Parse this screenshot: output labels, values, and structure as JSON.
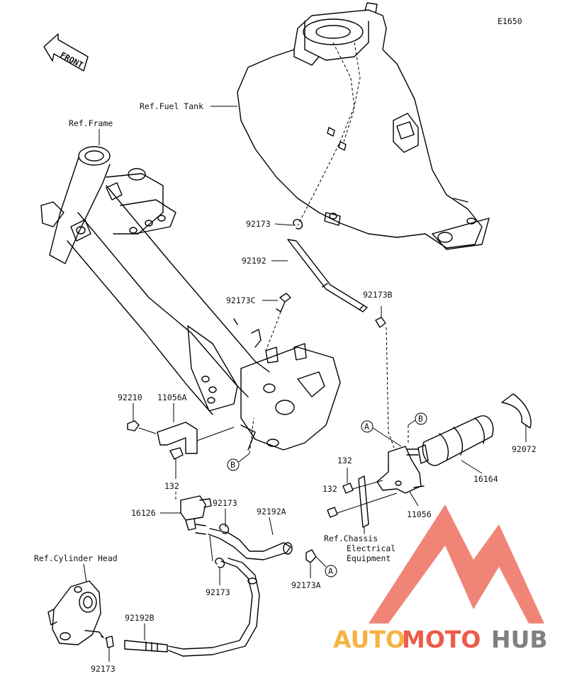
{
  "diagram_code": "E1650",
  "front_label": "FRONT",
  "refs": {
    "fuel_tank": "Ref.Fuel Tank",
    "frame": "Ref.Frame",
    "cylinder_head": "Ref.Cylinder Head",
    "chassis_line1": "Ref.Chassis",
    "chassis_line2": "Electrical",
    "chassis_line3": "Equipment"
  },
  "callouts": {
    "c92173_top": "92173",
    "c92192": "92192",
    "c92173C": "92173C",
    "c92173B": "92173B",
    "c92210": "92210",
    "c11056A": "11056A",
    "c132_left": "132",
    "c16126": "16126",
    "c92173_mid": "92173",
    "c92192A": "92192A",
    "c92173_low": "92173",
    "c92173A": "92173A",
    "c92192B": "92192B",
    "c92173_bottom": "92173",
    "c132_r1": "132",
    "c132_r2": "132",
    "c16164": "16164",
    "c92072": "92072",
    "c11056": "11056"
  },
  "markers": {
    "A": "A",
    "B": "B"
  },
  "watermark": {
    "auto": "AUTO",
    "moto": "MOTO",
    "hub": "HUB",
    "colors": {
      "red": "#e8402a",
      "orange": "#f5a623",
      "gray": "#6b6b6b"
    }
  }
}
